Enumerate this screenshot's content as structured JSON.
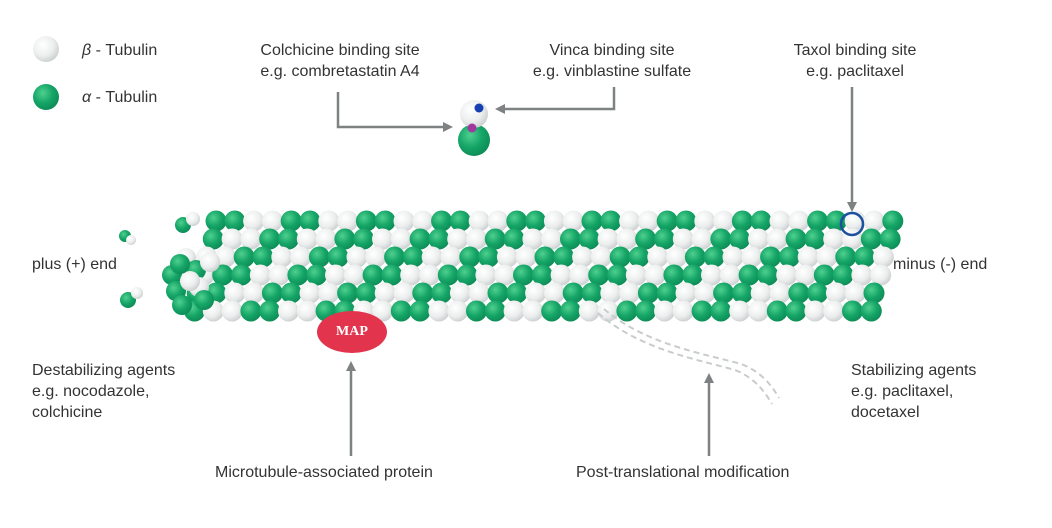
{
  "colors": {
    "alpha_tubulin": "#15a567",
    "beta_tubulin": "#e4e6e6",
    "arrow": "#7e8283",
    "map_fill": "#e3344d",
    "taxol_ring": "#1b4fa0",
    "vinca_dot": "#1540b0",
    "colchicine_dot": "#a0399e"
  },
  "legend": {
    "beta": {
      "symbol": "β",
      "text": "- Tubulin",
      "icon": "beta-tubulin-sphere-icon"
    },
    "alpha": {
      "symbol": "α",
      "text": "- Tubulin",
      "icon": "alpha-tubulin-sphere-icon"
    }
  },
  "binding_sites": {
    "colchicine": {
      "line1": "Colchicine binding site",
      "line2": "e.g. combretastatin A4"
    },
    "vinca": {
      "line1": "Vinca binding site",
      "line2": "e.g. vinblastine sulfate"
    },
    "taxol": {
      "line1": "Taxol binding site",
      "line2": "e.g. paclitaxel"
    }
  },
  "ends": {
    "plus": "plus (+) end",
    "minus": "minus (-) end"
  },
  "agents": {
    "destabilizing": {
      "line1": "Destabilizing agents",
      "line2": "e.g. nocodazole,",
      "line3": "colchicine"
    },
    "stabilizing": {
      "line1": "Stabilizing agents",
      "line2": "e.g. paclitaxel,",
      "line3": "docetaxel"
    }
  },
  "map": {
    "text": "MAP"
  },
  "bottom_labels": {
    "map": "Microtubule-associated protein",
    "ptm": "Post-translational modification"
  }
}
